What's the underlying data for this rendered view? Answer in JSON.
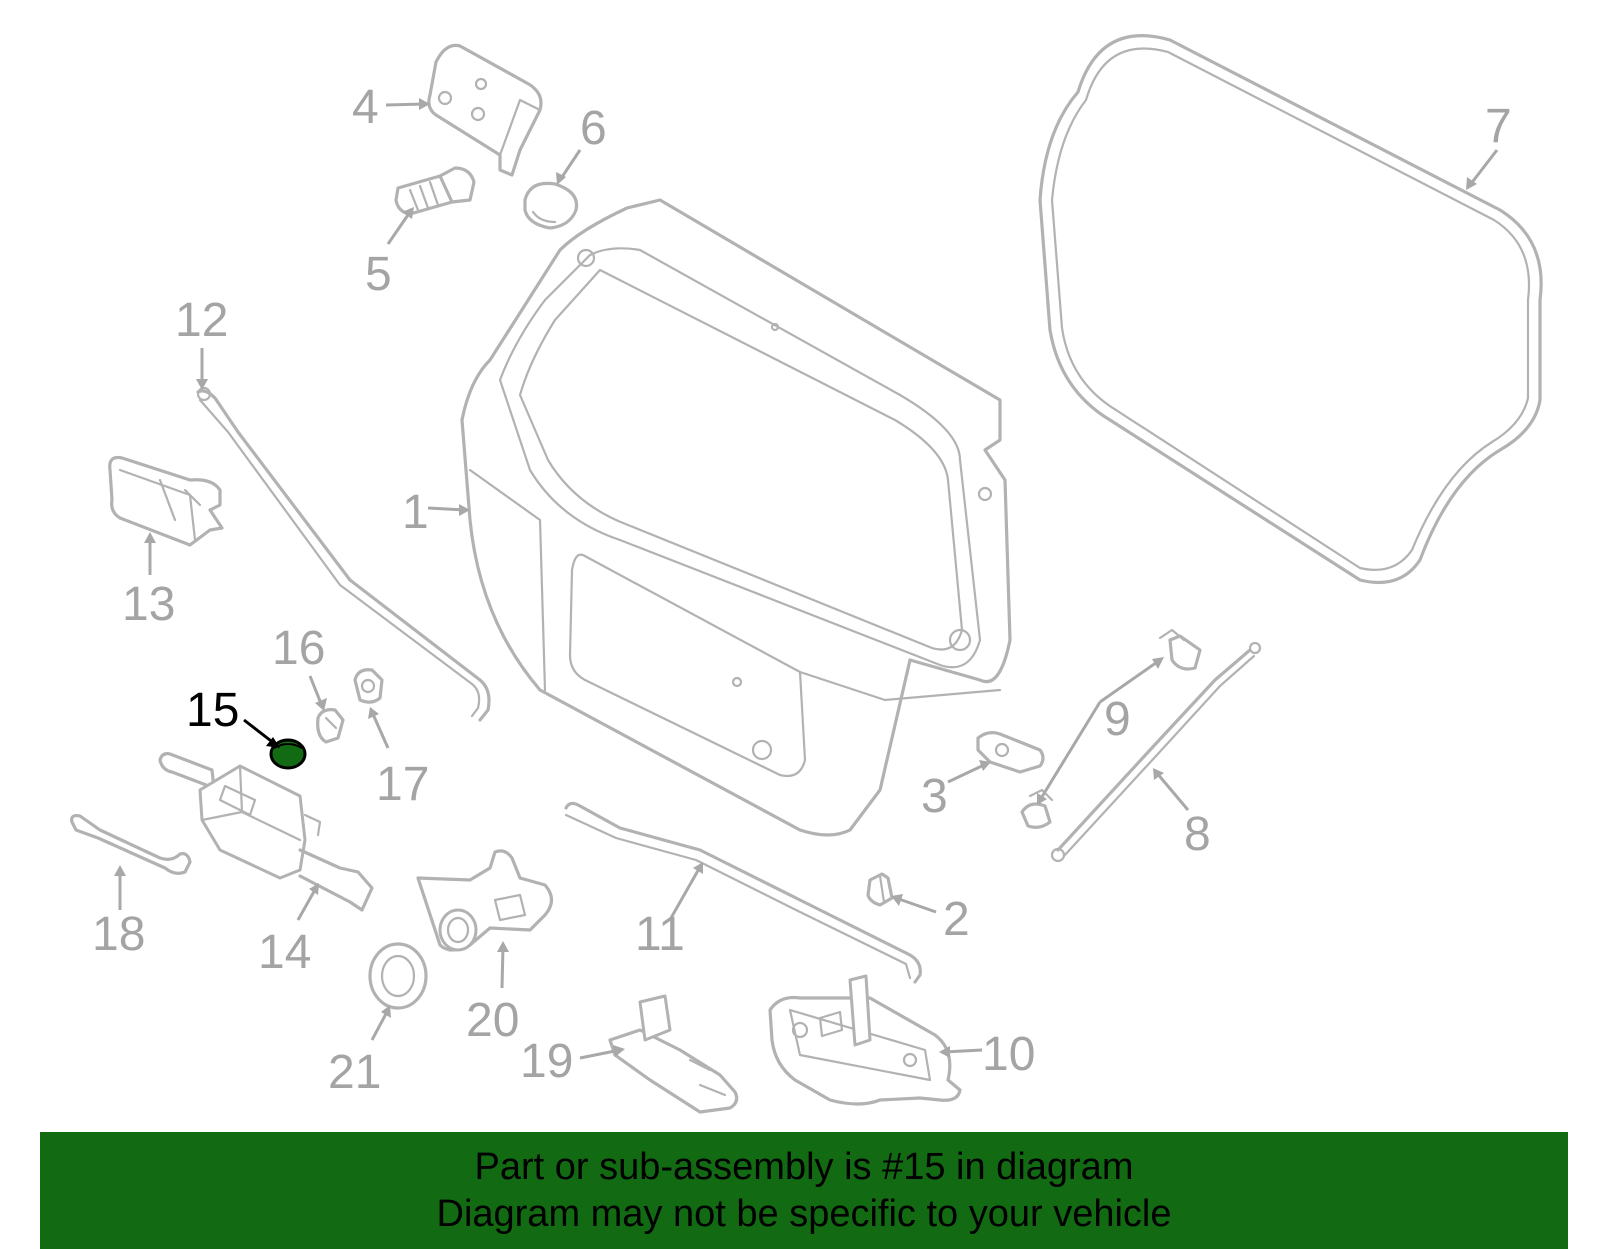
{
  "diagram": {
    "highlighted_part": "15",
    "highlight_color": "#126a12",
    "part_color": "#b2b2b2",
    "callouts": {
      "c1": "1",
      "c2": "2",
      "c3": "3",
      "c4": "4",
      "c5": "5",
      "c6": "6",
      "c7": "7",
      "c8": "8",
      "c9": "9",
      "c10": "10",
      "c11": "11",
      "c12": "12",
      "c13": "13",
      "c14": "14",
      "c15": "15",
      "c16": "16",
      "c17": "17",
      "c18": "18",
      "c19": "19",
      "c20": "20",
      "c21": "21"
    }
  },
  "footer": {
    "line1": "Part or sub-assembly is #15 in diagram",
    "line2": "Diagram may not be specific to your vehicle",
    "background": "#126a12"
  }
}
